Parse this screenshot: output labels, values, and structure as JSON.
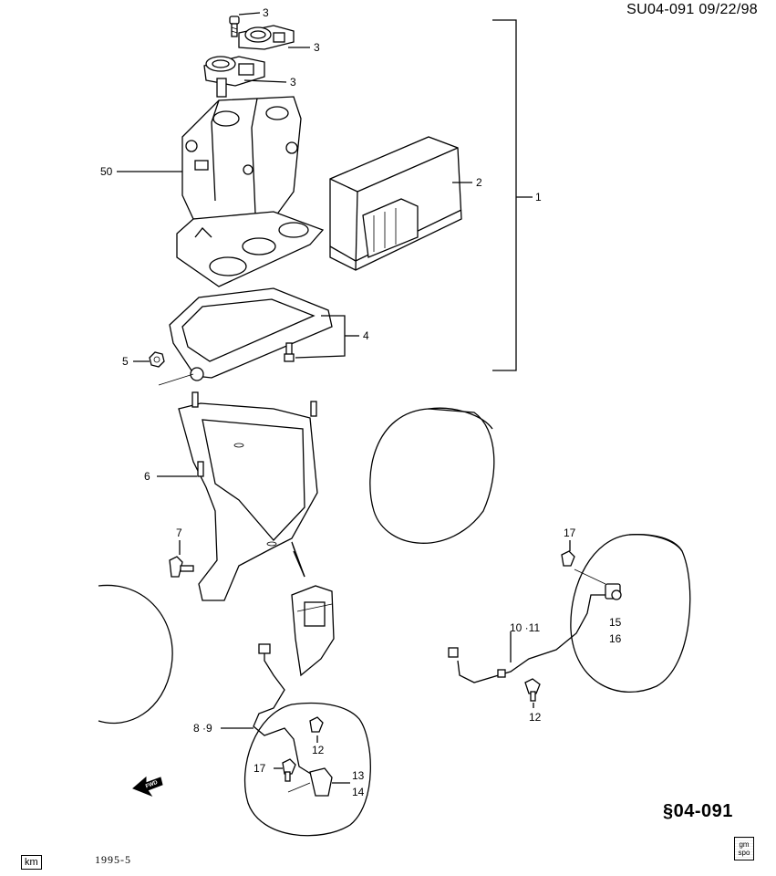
{
  "header": {
    "code": "SU04-091  09/22/98"
  },
  "callouts": {
    "c3a": "3",
    "c3b": "3",
    "c3c": "3",
    "c50": "50",
    "c2": "2",
    "c1": "1",
    "c4": "4",
    "c5": "5",
    "c6": "6",
    "c7": "7",
    "c17a": "17",
    "c10_11": "10 ·11",
    "c15": "15",
    "c16": "16",
    "c12a": "12",
    "c8_9": "8 ·9",
    "c12b": "12",
    "c17b": "17",
    "c13": "13",
    "c14": "14"
  },
  "fwd_label": "FWD",
  "section_number": "§04-091",
  "footer": {
    "km": "km",
    "date": "1995-5",
    "badge_top": "gm",
    "badge_bottom": "spo"
  },
  "icons": {
    "direction_arrow": "fwd-arrow-icon",
    "badge": "gm-spo-badge-icon"
  }
}
